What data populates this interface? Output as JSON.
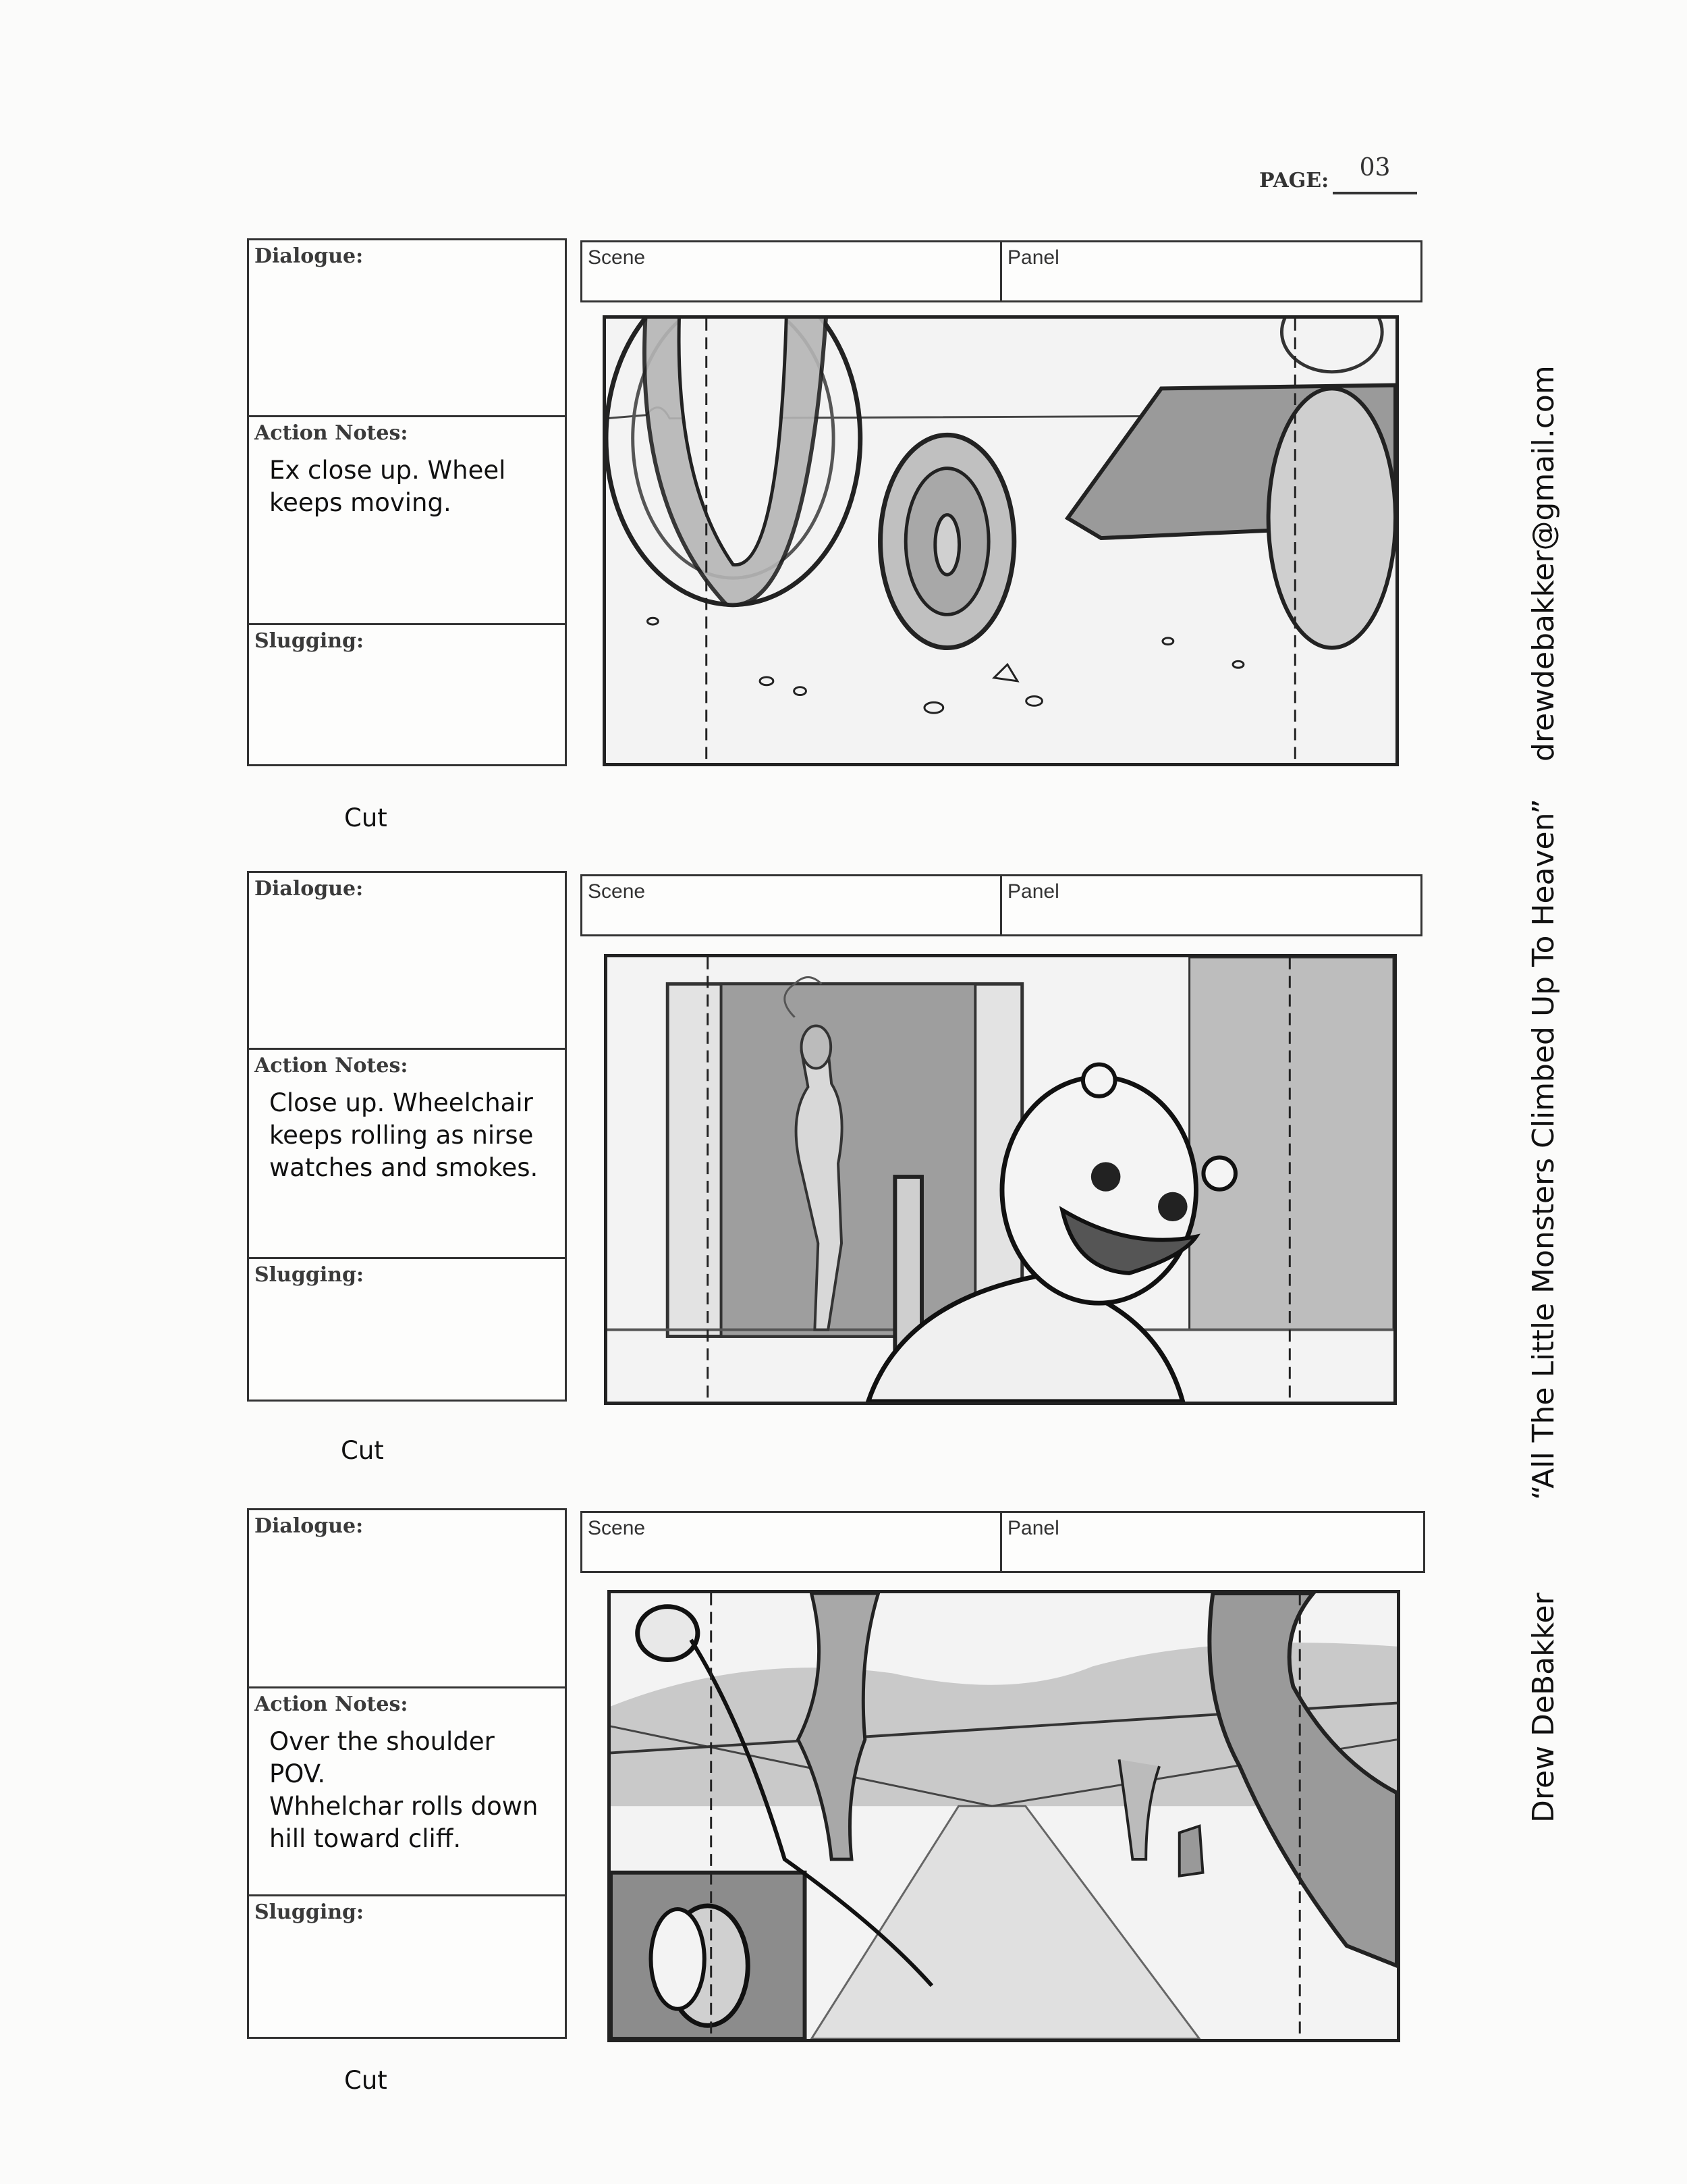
{
  "page": {
    "label": "PAGE:",
    "number": "03"
  },
  "panels": [
    {
      "dialogue_label": "Dialogue:",
      "dialogue": "",
      "action_label": "Action Notes:",
      "action": "Ex close up. Wheel\nkeeps moving.",
      "slugging_label": "Slugging:",
      "slugging": "",
      "scene_label": "Scene",
      "panel_label": "Panel",
      "sketch_icon": "wagon-wheel-closeup",
      "transition": "Cut"
    },
    {
      "dialogue_label": "Dialogue:",
      "dialogue": "",
      "action_label": "Action Notes:",
      "action": "Close up. Wheelchair\nkeeps rolling as nirse\nwatches and smokes.",
      "slugging_label": "Slugging:",
      "slugging": "",
      "scene_label": "Scene",
      "panel_label": "Panel",
      "sketch_icon": "nurse-and-bear-wheelchair",
      "transition": "Cut"
    },
    {
      "dialogue_label": "Dialogue:",
      "dialogue": "",
      "action_label": "Action Notes:",
      "action": "Over the shoulder POV.\nWhhelchar rolls down\nhill toward cliff.",
      "slugging_label": "Slugging:",
      "slugging": "",
      "scene_label": "Scene",
      "panel_label": "Panel",
      "sketch_icon": "wheelchair-pov-tree-road",
      "transition": "Cut"
    }
  ],
  "sidebar": {
    "email": "drewdebakker@gmail.com",
    "title": "“All The Little Monsters Climbed Up To Heaven”",
    "author": "Drew DeBakker"
  }
}
